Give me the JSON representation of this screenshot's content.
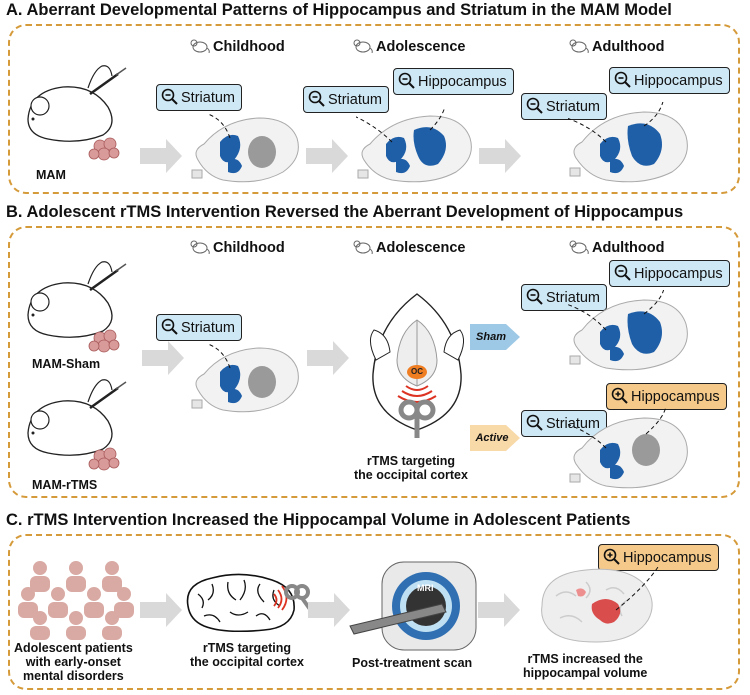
{
  "sections": {
    "a": {
      "title": "A. Aberrant Developmental Patterns of Hippocampus and Striatum in the MAM Model"
    },
    "b": {
      "title": "B. Adolescent rTMS Intervention Reversed the Aberrant Development of Hippocampus"
    },
    "c": {
      "title": "C. rTMS Intervention Increased the Hippocampal Volume in Adolescent Patients"
    }
  },
  "stages": {
    "childhood": "Childhood",
    "adolescence": "Adolescence",
    "adulthood": "Adulthood"
  },
  "regions": {
    "striatum": "Striatum",
    "hippocampus": "Hippocampus"
  },
  "mouse_labels": {
    "mam": "MAM",
    "mam_sham": "MAM-Sham",
    "mam_rtms": "MAM-rTMS"
  },
  "conditions": {
    "sham": "Sham",
    "active": "Active"
  },
  "rtms_head": {
    "oc_label": "OC",
    "caption": "rTMS targeting\nthe occipital cortex"
  },
  "panel_c": {
    "patients": "Adolescent patients\nwith early-onset\nmental disorders",
    "rtms_brain": "rTMS targeting\nthe occipital cortex",
    "mri_label": "MRI",
    "scan": "Post-treatment scan",
    "result": "rTMS increased the\nhippocampal volume"
  },
  "colors": {
    "panel_border": "#d59a3a",
    "label_blue": "#cfe8f5",
    "label_orange": "#f5c98a",
    "region_blue": "#1f5fa8",
    "patients": "#d9a9a3",
    "hippo_red": "#d63b3b"
  }
}
